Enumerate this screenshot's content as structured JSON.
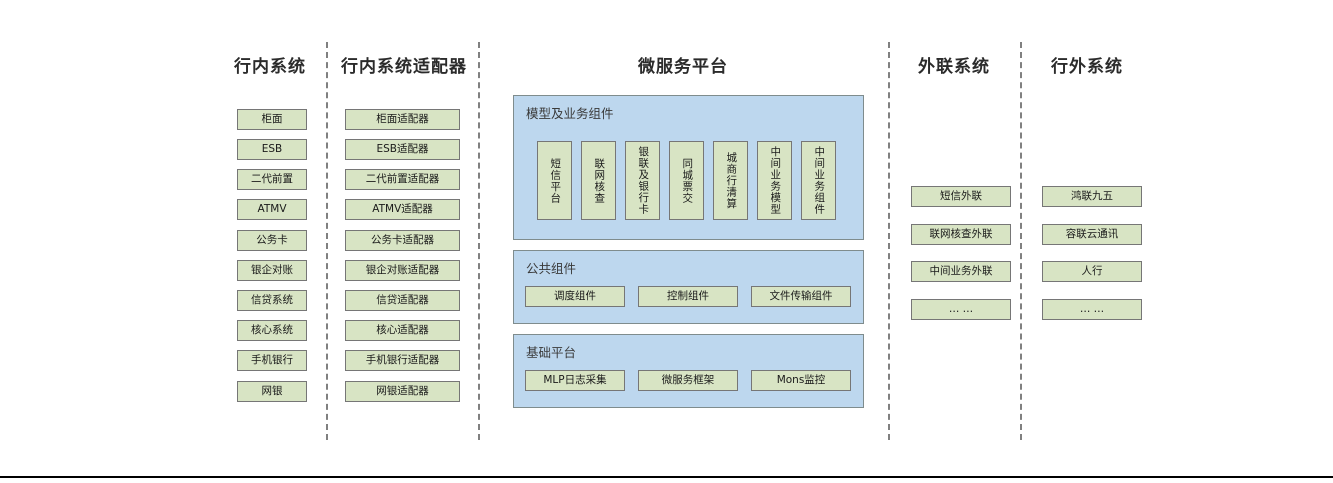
{
  "diagram": {
    "title_bar": "",
    "columns": [
      {
        "id": "intra-bank-systems",
        "title": "行内系统",
        "items": [
          "柜面",
          "ESB",
          "二代前置",
          "ATMV",
          "公务卡",
          "银企对账",
          "信贷系统",
          "核心系统",
          "手机银行",
          "网银"
        ]
      },
      {
        "id": "intra-bank-adapters",
        "title": "行内系统适配器",
        "items": [
          "柜面适配器",
          "ESB适配器",
          "二代前置适配器",
          "ATMV适配器",
          "公务卡适配器",
          "银企对账适配器",
          "信贷适配器",
          "核心适配器",
          "手机银行适配器",
          "网银适配器"
        ]
      },
      {
        "id": "microservice-platform",
        "title": "微服务平台",
        "panels": [
          {
            "id": "model-business-components",
            "title": "模型及业务组件",
            "orientation": "vertical",
            "items": [
              "短信平台",
              "联网核查",
              "银联及银行卡",
              "同城票交",
              "城商行清算",
              "中间业务模型",
              "中间业务组件"
            ]
          },
          {
            "id": "public-components",
            "title": "公共组件",
            "orientation": "horizontal",
            "items": [
              "调度组件",
              "控制组件",
              "文件传输组件"
            ]
          },
          {
            "id": "base-platform",
            "title": "基础平台",
            "orientation": "horizontal",
            "items": [
              "MLP日志采集",
              "微服务框架",
              "Mons监控"
            ]
          }
        ]
      },
      {
        "id": "external-liaison-systems",
        "title": "外联系统",
        "items": [
          "短信外联",
          "联网核查外联",
          "中间业务外联",
          "… …"
        ]
      },
      {
        "id": "outside-bank-systems",
        "title": "行外系统",
        "items": [
          "鸿联九五",
          "容联云通讯",
          "人行",
          "… …"
        ]
      }
    ],
    "colors": {
      "leaf_fill": "#d8e4c4",
      "leaf_border": "#767676",
      "panel_fill": "#bdd7ee",
      "panel_border": "#7f8c8d",
      "divider": "#808080",
      "title_text": "#2b2b2b",
      "panel_title_text": "#3a3a3a",
      "bottom_rule": "#000000",
      "background": "#ffffff"
    }
  }
}
